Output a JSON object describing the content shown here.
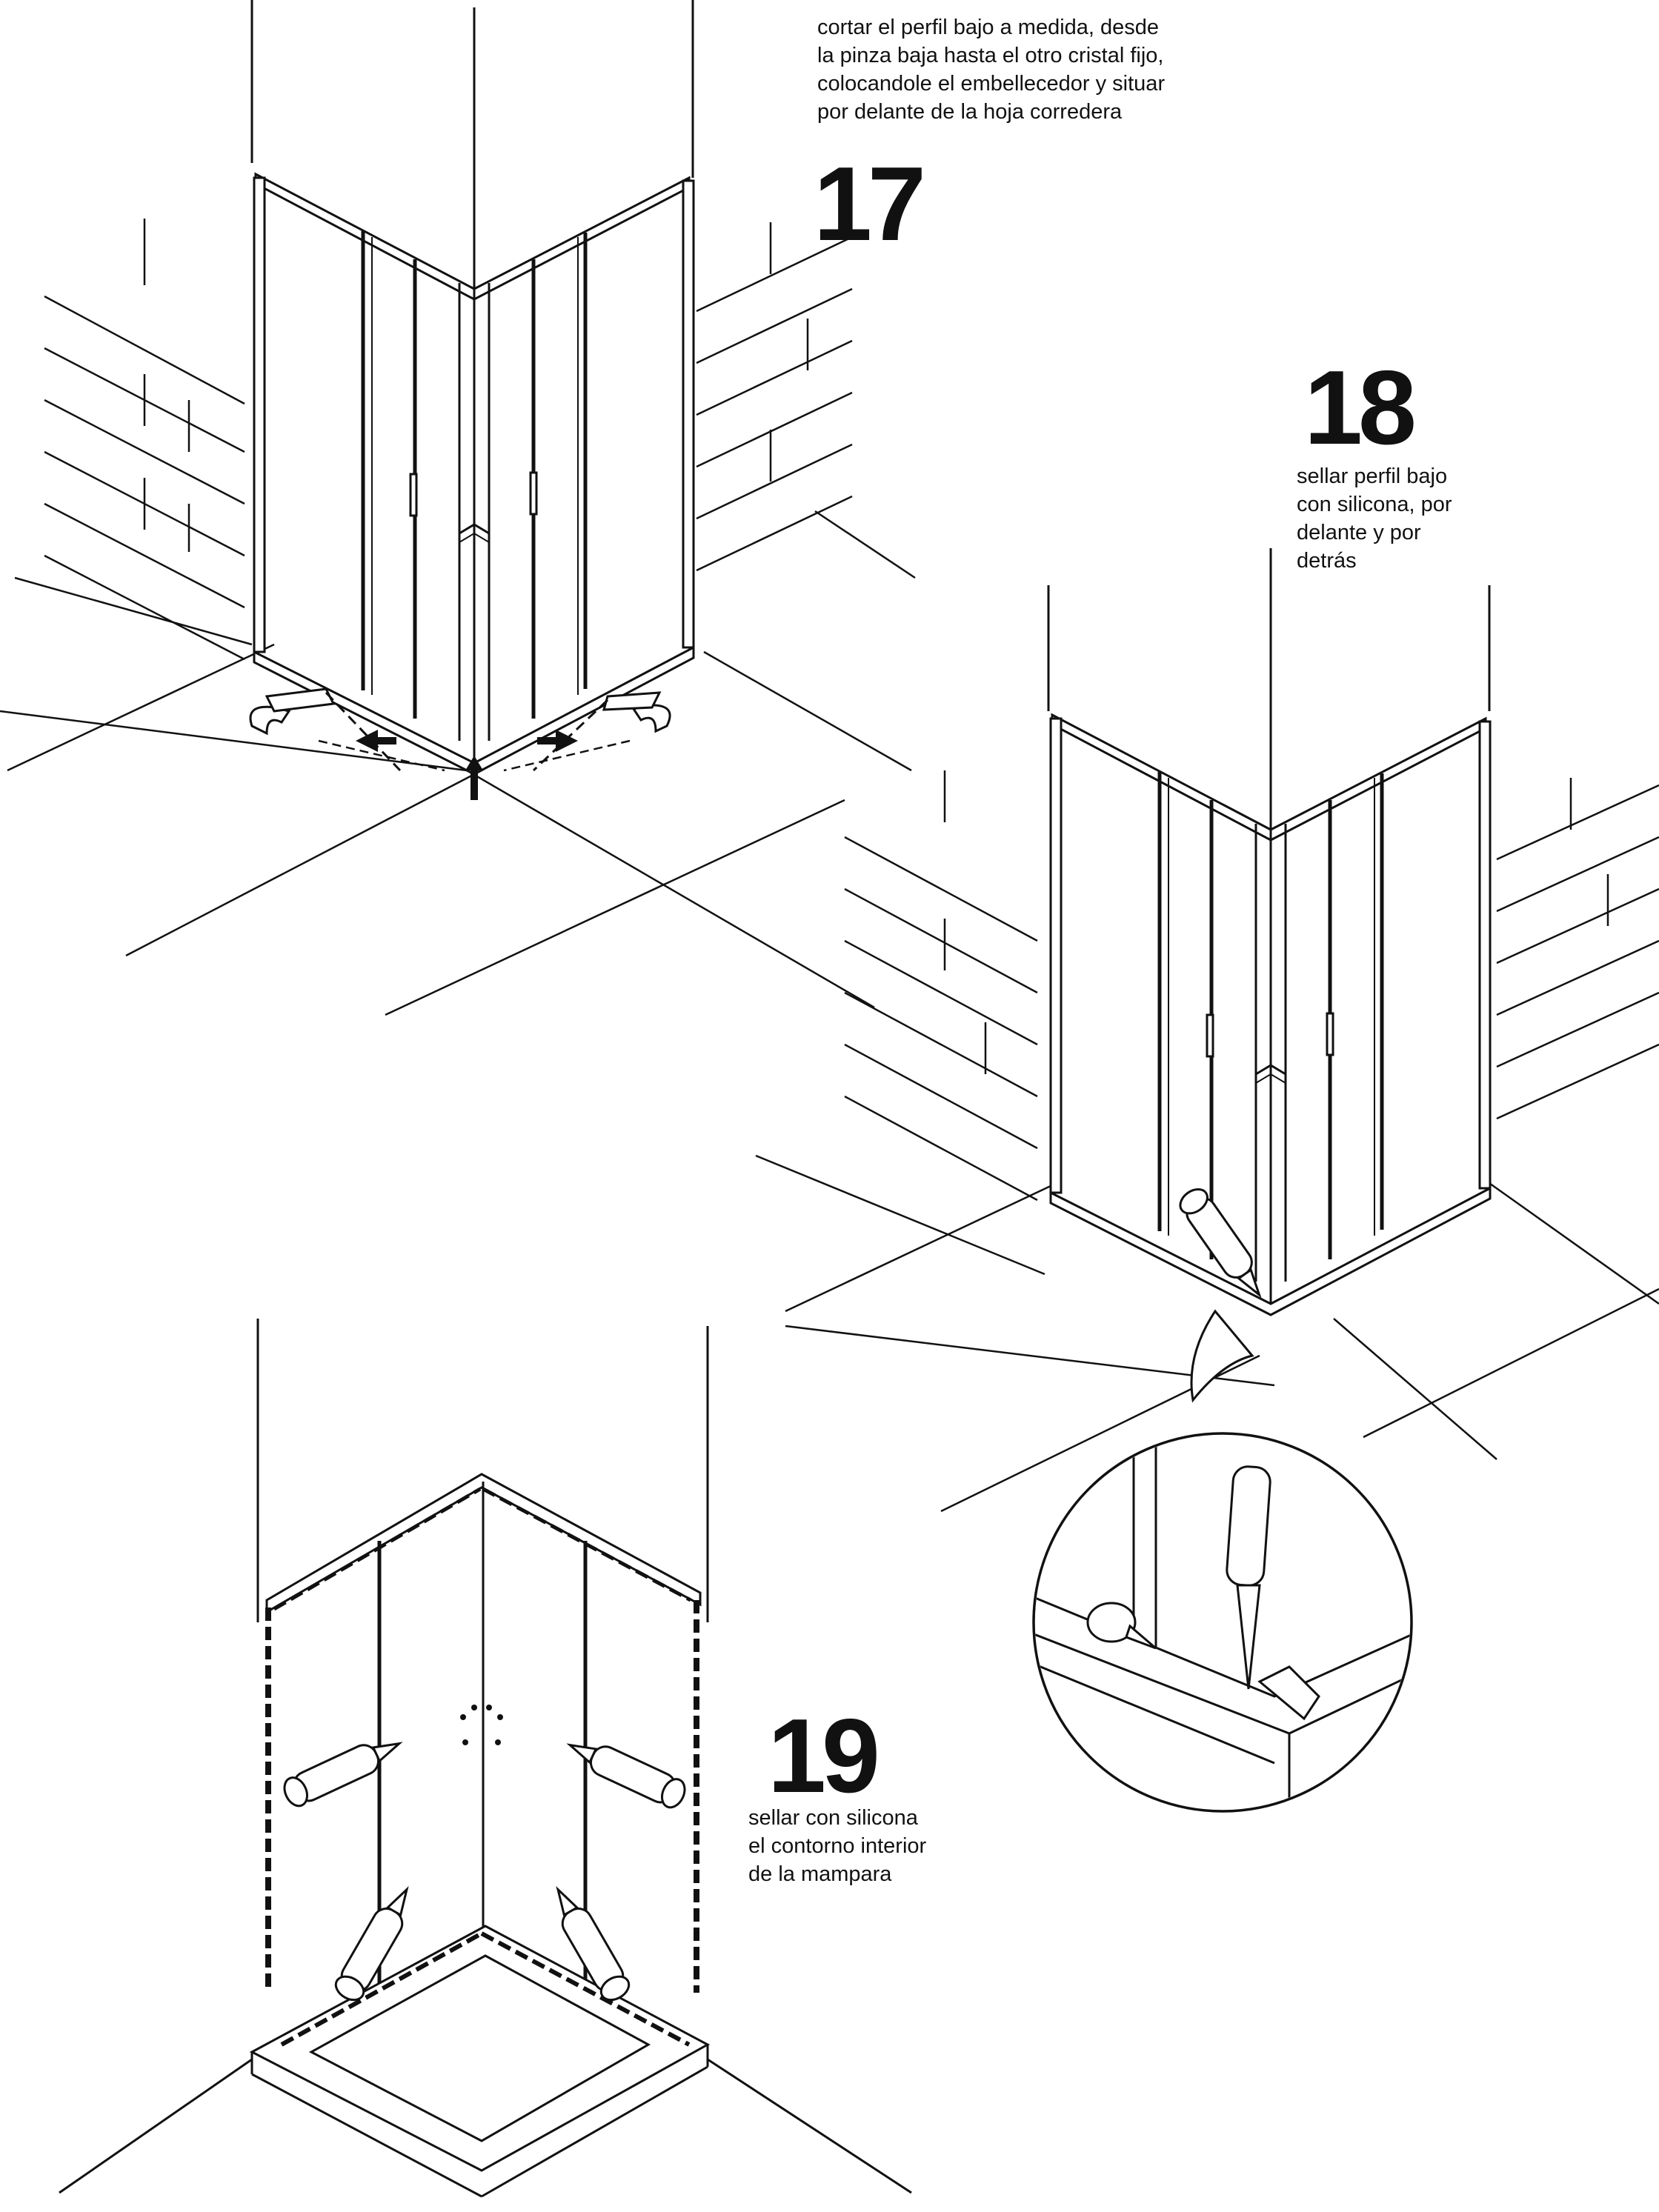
{
  "steps": [
    {
      "number": "17",
      "caption_lines": [
        "cortar el perfil bajo a medida, desde",
        "la pinza baja hasta el otro cristal fijo,",
        "colocandole el embellecedor y situar",
        "por delante de la hoja corredera"
      ]
    },
    {
      "number": "18",
      "caption_lines": [
        "sellar perfil bajo",
        "con silicona, por",
        "delante y por",
        "detrás"
      ]
    },
    {
      "number": "19",
      "caption_lines": [
        "sellar con silicona",
        "el contorno interior",
        "de la mampara"
      ]
    }
  ],
  "icons": {
    "shower": "corner-shower-enclosure-icon",
    "clip": "floor-clip-icon",
    "arrow": "push-arrow-icon",
    "cartridge": "silicone-cartridge-icon",
    "magnifier": "detail-magnifier-icon"
  },
  "colors": {
    "line": "#111111",
    "background": "#ffffff"
  }
}
